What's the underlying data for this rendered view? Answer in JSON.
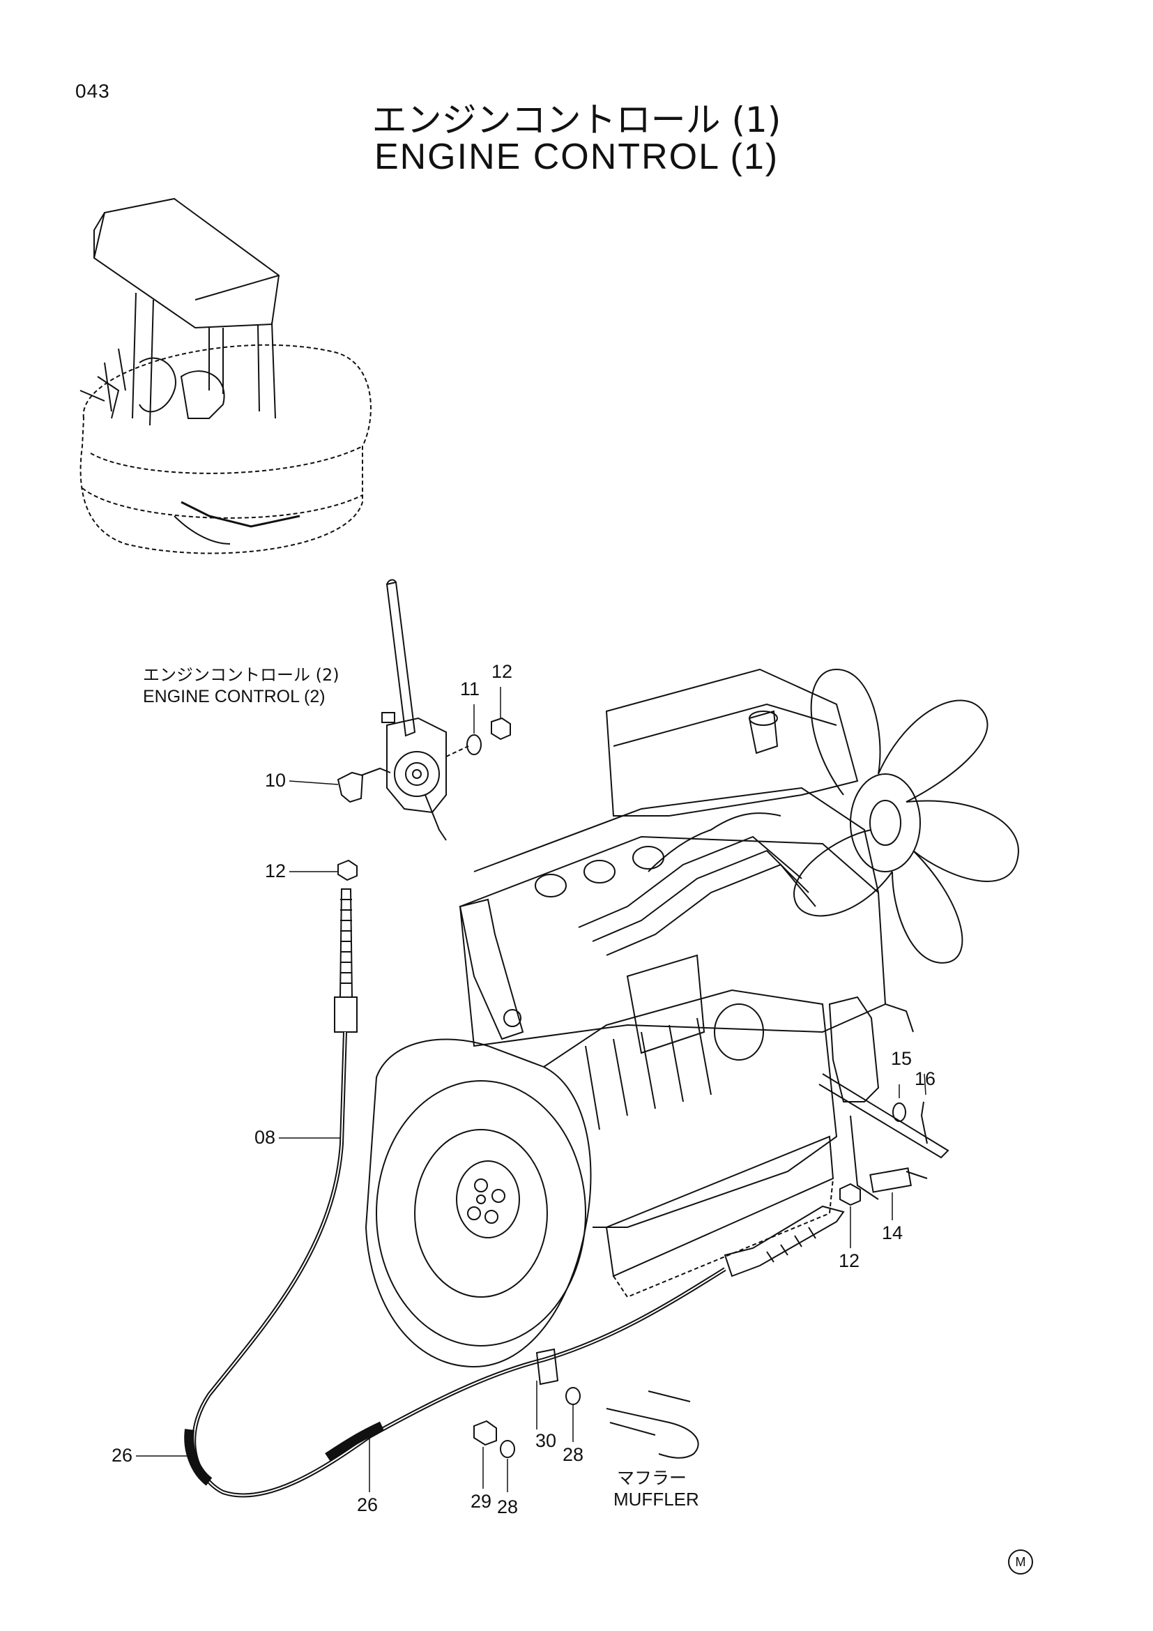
{
  "page": {
    "number": "043"
  },
  "title": {
    "japanese": "エンジンコントロール (1)",
    "english": "ENGINE CONTROL (1)"
  },
  "references": {
    "engine_control_2_jp": "エンジンコントロール (2)",
    "engine_control_2_en": "ENGINE CONTROL (2)",
    "muffler_jp": "マフラー",
    "muffler_en": "MUFFLER"
  },
  "callouts": {
    "c12_top": "12",
    "c11": "11",
    "c10": "10",
    "c12_mid": "12",
    "c08": "08",
    "c15": "15",
    "c16": "16",
    "c14": "14",
    "c12_bottom": "12",
    "c26_left": "26",
    "c26_bottom": "26",
    "c29": "29",
    "c28_a": "28",
    "c30": "30",
    "c28_b": "28"
  },
  "mark": "M",
  "colors": {
    "ink": "#111111",
    "paper": "#ffffff"
  }
}
